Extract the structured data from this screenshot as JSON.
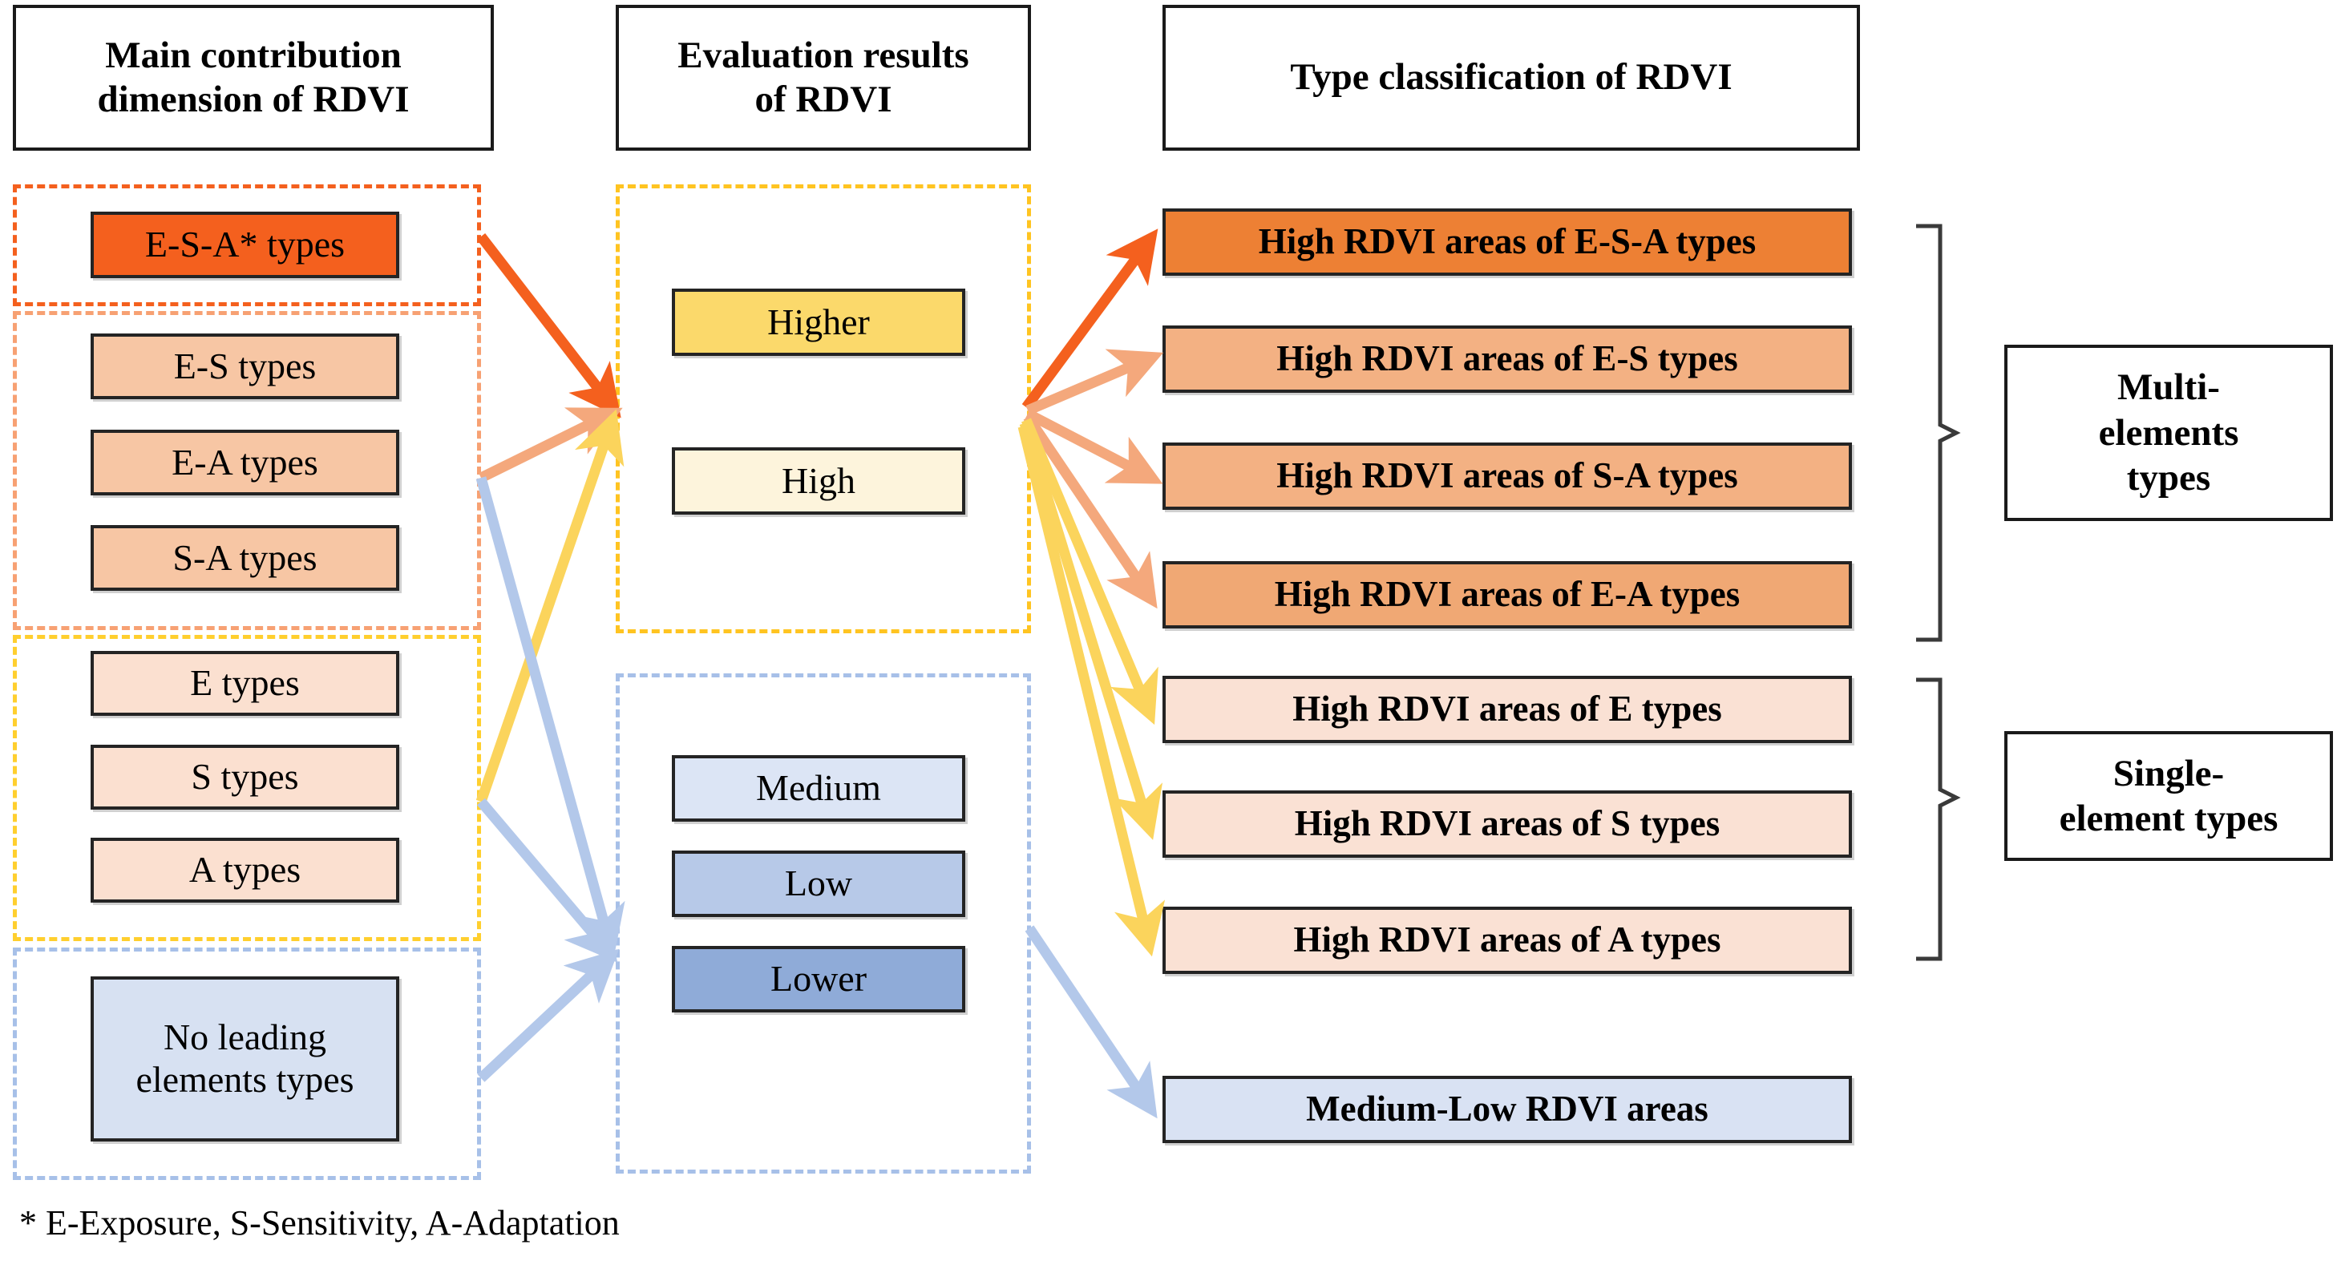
{
  "headers": [
    {
      "text": "Main contribution dimension of RDVI",
      "line1": "Main contribution",
      "line2": "dimension of RDVI"
    },
    {
      "text": "Evaluation results of RDVI",
      "line1": "Evaluation results",
      "line2": "of RDVI"
    },
    {
      "text": "Type classification of RDVI",
      "line1": "Type classification of RDVI",
      "line2": ""
    }
  ],
  "column1": {
    "title": "Main contribution dimension of RDVI",
    "groups": [
      {
        "name": "esa-group",
        "border_color": "#F4601E",
        "items": [
          {
            "label": "E-S-A* types",
            "fill": "#F4601E"
          }
        ]
      },
      {
        "name": "two-element-group",
        "border_color": "#F7A173",
        "items": [
          {
            "label": "E-S types",
            "fill": "#F7C6A4"
          },
          {
            "label": "E-A types",
            "fill": "#F7C6A4"
          },
          {
            "label": "S-A types",
            "fill": "#F7C6A4"
          }
        ]
      },
      {
        "name": "single-element-group",
        "border_color": "#FFCF2E",
        "items": [
          {
            "label": "E types",
            "fill": "#FBE0D0"
          },
          {
            "label": "S types",
            "fill": "#FBE0D0"
          },
          {
            "label": "A types",
            "fill": "#FBE0D0"
          }
        ]
      },
      {
        "name": "no-leading-group",
        "border_color": "#A7C0E8",
        "items": [
          {
            "label": "No leading elements types",
            "fill": "#D7E1F2"
          }
        ]
      }
    ]
  },
  "column2": {
    "title": "Evaluation results of RDVI",
    "groups": [
      {
        "name": "high-group",
        "border_color": "#FFC421",
        "items": [
          {
            "label": "Higher",
            "fill": "#FBD96B"
          },
          {
            "label": "High",
            "fill": "#FDF4DC"
          }
        ]
      },
      {
        "name": "medium-low-group",
        "border_color": "#A7C0E8",
        "items": [
          {
            "label": "Medium",
            "fill": "#DCE5F5"
          },
          {
            "label": "Low",
            "fill": "#B7C9E8"
          },
          {
            "label": "Lower",
            "fill": "#8FABD8"
          }
        ]
      }
    ]
  },
  "column3": {
    "title": "Type classification of RDVI",
    "items": [
      {
        "label": "High RDVI areas of E-S-A types",
        "fill": "#ED8034"
      },
      {
        "label": "High RDVI areas of E-S types",
        "fill": "#F3B183"
      },
      {
        "label": "High RDVI areas of S-A types",
        "fill": "#F3B183"
      },
      {
        "label": "High RDVI areas of E-A types",
        "fill": "#F0A874"
      },
      {
        "label": "High RDVI areas of E types",
        "fill": "#FAE1D4"
      },
      {
        "label": "High RDVI areas of S types",
        "fill": "#FAE1D4"
      },
      {
        "label": "High RDVI areas of A types",
        "fill": "#FAE1D4"
      },
      {
        "label": "Medium-Low RDVI areas",
        "fill": "#D9E2F3"
      }
    ]
  },
  "categories": [
    {
      "label": "Multi-elements types",
      "line1": "Multi-",
      "line2": "elements",
      "line3": "types"
    },
    {
      "label": "Single-element types",
      "line1": "Single-",
      "line2": "element types",
      "line3": ""
    }
  ],
  "footnote": "* E-Exposure, S-Sensitivity, A-Adaptation",
  "colors": {
    "arrow_red": "#F4601E",
    "arrow_salmon": "#F4A87C",
    "arrow_yellow": "#FBD45C",
    "arrow_blue": "#B3C8EA",
    "box_outline": "#242424",
    "text": "#000000",
    "background": "#FFFFFF"
  }
}
